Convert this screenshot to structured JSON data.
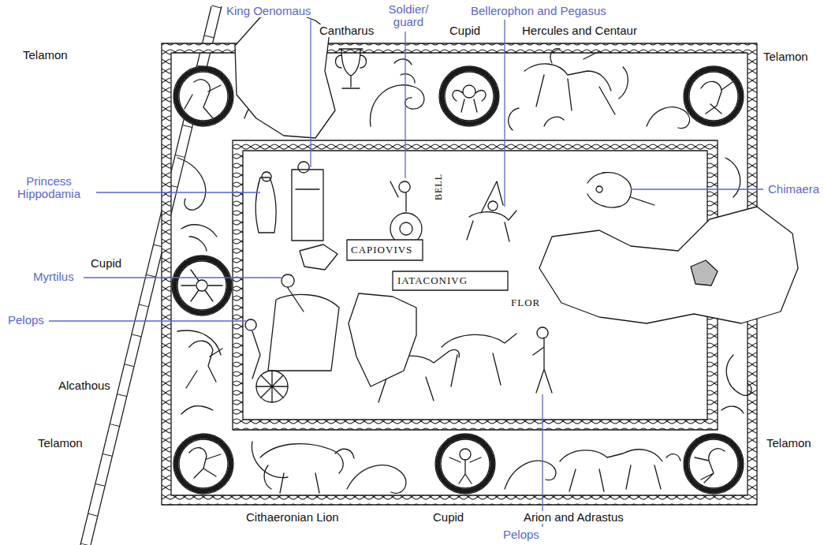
{
  "diagram": {
    "labels": [
      "King Oenomaus",
      "Soldier/ guard",
      "Bellerophon and Pegasus",
      "Cantharus",
      "Cupid",
      "Hercules and Centaur",
      "Telamon",
      "Telamon",
      "Princess Hippodamia",
      "Chimaera",
      "Cupid",
      "Myrtilus",
      "Pelops",
      "Alcathous",
      "Telamon",
      "Telamon",
      "Cithaeronian Lion",
      "Cupid",
      "Arion and Adrastus",
      "Pelops",
      "CAPIOVIVS",
      "BELL",
      "IATACONIVG",
      "FLOR"
    ]
  }
}
